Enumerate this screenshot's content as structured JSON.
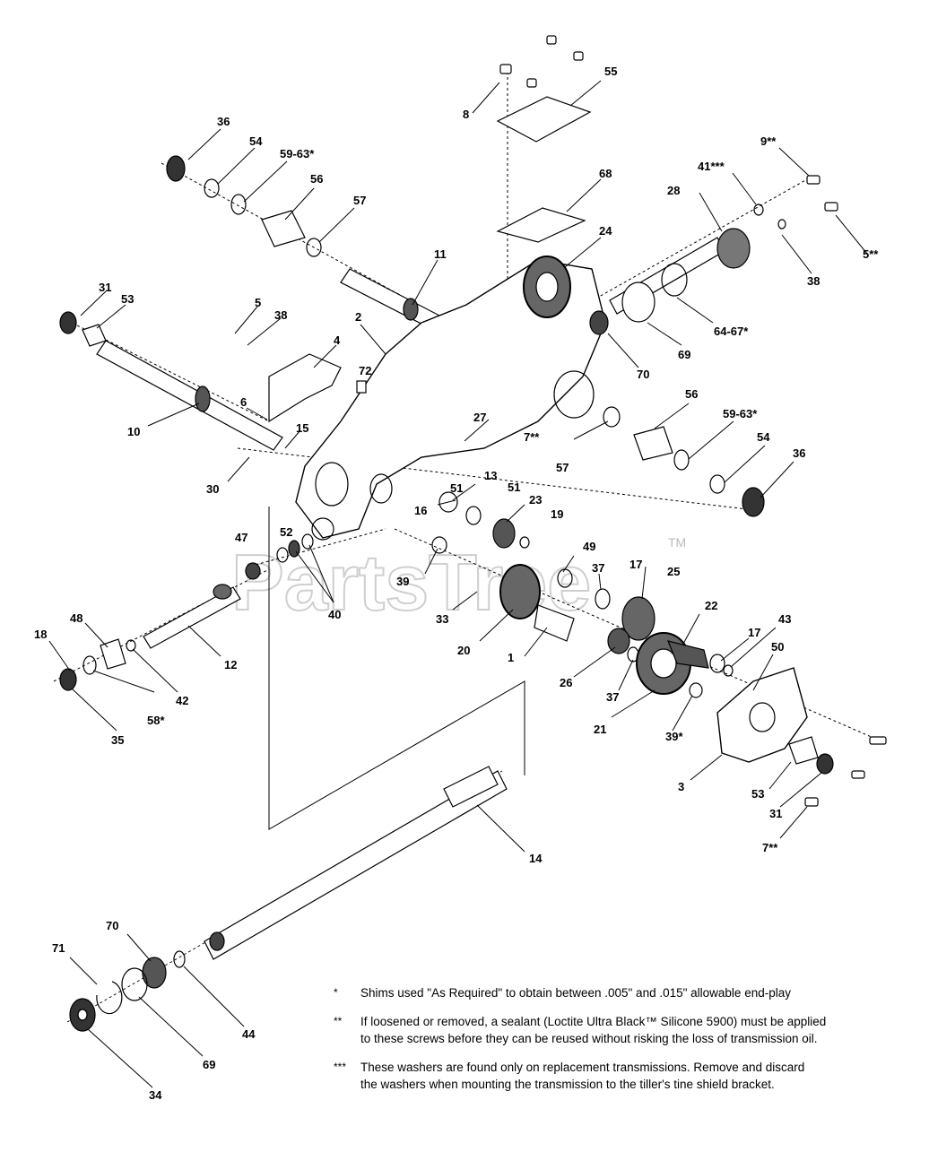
{
  "watermark": {
    "text": "PartsTree",
    "tm": "TM"
  },
  "callouts": [
    {
      "id": "c8",
      "text": "8"
    },
    {
      "id": "c55",
      "text": "55"
    },
    {
      "id": "c36a",
      "text": "36"
    },
    {
      "id": "c54a",
      "text": "54"
    },
    {
      "id": "c5963a",
      "text": "59-63*"
    },
    {
      "id": "c56a",
      "text": "56"
    },
    {
      "id": "c57a",
      "text": "57"
    },
    {
      "id": "c11",
      "text": "11"
    },
    {
      "id": "c68",
      "text": "68"
    },
    {
      "id": "c24",
      "text": "24"
    },
    {
      "id": "c9",
      "text": "9**"
    },
    {
      "id": "c41",
      "text": "41***"
    },
    {
      "id": "c28",
      "text": "28"
    },
    {
      "id": "c5b",
      "text": "5**"
    },
    {
      "id": "c38b",
      "text": "38"
    },
    {
      "id": "c6467",
      "text": "64-67*"
    },
    {
      "id": "c69a",
      "text": "69"
    },
    {
      "id": "c70a",
      "text": "70"
    },
    {
      "id": "c31a",
      "text": "31"
    },
    {
      "id": "c53a",
      "text": "53"
    },
    {
      "id": "c5a",
      "text": "5"
    },
    {
      "id": "c38a",
      "text": "38"
    },
    {
      "id": "c2",
      "text": "2"
    },
    {
      "id": "c4",
      "text": "4"
    },
    {
      "id": "c72",
      "text": "72"
    },
    {
      "id": "c10",
      "text": "10"
    },
    {
      "id": "c6",
      "text": "6"
    },
    {
      "id": "c15",
      "text": "15"
    },
    {
      "id": "c27",
      "text": "27"
    },
    {
      "id": "c7a",
      "text": "7**"
    },
    {
      "id": "c56b",
      "text": "56"
    },
    {
      "id": "c5963b",
      "text": "59-63*"
    },
    {
      "id": "c54b",
      "text": "54"
    },
    {
      "id": "c36b",
      "text": "36"
    },
    {
      "id": "c57b",
      "text": "57"
    },
    {
      "id": "c30",
      "text": "30"
    },
    {
      "id": "c13",
      "text": "13"
    },
    {
      "id": "c51a",
      "text": "51"
    },
    {
      "id": "c51b",
      "text": "51"
    },
    {
      "id": "c23",
      "text": "23"
    },
    {
      "id": "c16",
      "text": "16"
    },
    {
      "id": "c19",
      "text": "19"
    },
    {
      "id": "c47",
      "text": "47"
    },
    {
      "id": "c52",
      "text": "52"
    },
    {
      "id": "c49",
      "text": "49"
    },
    {
      "id": "c37a",
      "text": "37"
    },
    {
      "id": "c17a",
      "text": "17"
    },
    {
      "id": "c25",
      "text": "25"
    },
    {
      "id": "c39a",
      "text": "39"
    },
    {
      "id": "c40",
      "text": "40"
    },
    {
      "id": "c33",
      "text": "33"
    },
    {
      "id": "c48",
      "text": "48"
    },
    {
      "id": "c18",
      "text": "18"
    },
    {
      "id": "c12",
      "text": "12"
    },
    {
      "id": "c22",
      "text": "22"
    },
    {
      "id": "c20",
      "text": "20"
    },
    {
      "id": "c1",
      "text": "1"
    },
    {
      "id": "c43",
      "text": "43"
    },
    {
      "id": "c17b",
      "text": "17"
    },
    {
      "id": "c50",
      "text": "50"
    },
    {
      "id": "c42",
      "text": "42"
    },
    {
      "id": "c58",
      "text": "58*"
    },
    {
      "id": "c26",
      "text": "26"
    },
    {
      "id": "c37b",
      "text": "37"
    },
    {
      "id": "c35",
      "text": "35"
    },
    {
      "id": "c21",
      "text": "21"
    },
    {
      "id": "c39b",
      "text": "39*"
    },
    {
      "id": "c3",
      "text": "3"
    },
    {
      "id": "c53b",
      "text": "53"
    },
    {
      "id": "c31b",
      "text": "31"
    },
    {
      "id": "c7b",
      "text": "7**"
    },
    {
      "id": "c14",
      "text": "14"
    },
    {
      "id": "c70b",
      "text": "70"
    },
    {
      "id": "c71",
      "text": "71"
    },
    {
      "id": "c44",
      "text": "44"
    },
    {
      "id": "c69b",
      "text": "69"
    },
    {
      "id": "c34",
      "text": "34"
    }
  ],
  "notes": [
    {
      "marker": "*",
      "lines": [
        "Shims used \"As Required\" to obtain between .005\" and .015\" allowable end-play"
      ]
    },
    {
      "marker": "**",
      "lines": [
        "If loosened or removed, a sealant (Loctite Ultra Black™ Silicone 5900) must be applied",
        "to these screws before they can be reused without risking the loss of transmission oil."
      ]
    },
    {
      "marker": "***",
      "lines": [
        "These washers are found only on replacement transmissions. Remove and discard",
        "the washers when mounting the transmission to the tiller's tine shield bracket."
      ]
    }
  ]
}
